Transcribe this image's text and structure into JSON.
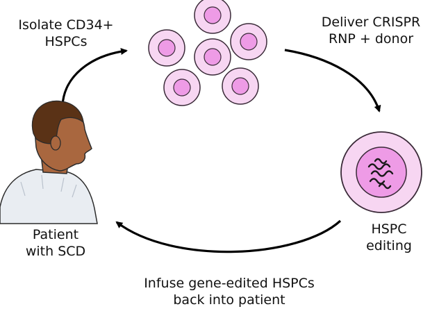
{
  "steps": {
    "isolate": {
      "line1": "Isolate CD34+",
      "line2": "HSPCs"
    },
    "deliver": {
      "line1": "Deliver CRISPR",
      "line2": "RNP + donor"
    },
    "editing": {
      "line1": "HSPC",
      "line2": "editing"
    },
    "infuse": {
      "line1": "Infuse gene-edited HSPCs",
      "line2": "back into patient"
    },
    "patient": {
      "line1": "Patient",
      "line2": "with SCD"
    }
  },
  "colors": {
    "cell_outer": "#f7d6f2",
    "cell_nucleus": "#ee9be6",
    "cell_stroke": "#3a2a38",
    "skin": "#a9673f",
    "hair": "#5a3216",
    "gown": "#e9edf2",
    "arrow": "#000000"
  }
}
